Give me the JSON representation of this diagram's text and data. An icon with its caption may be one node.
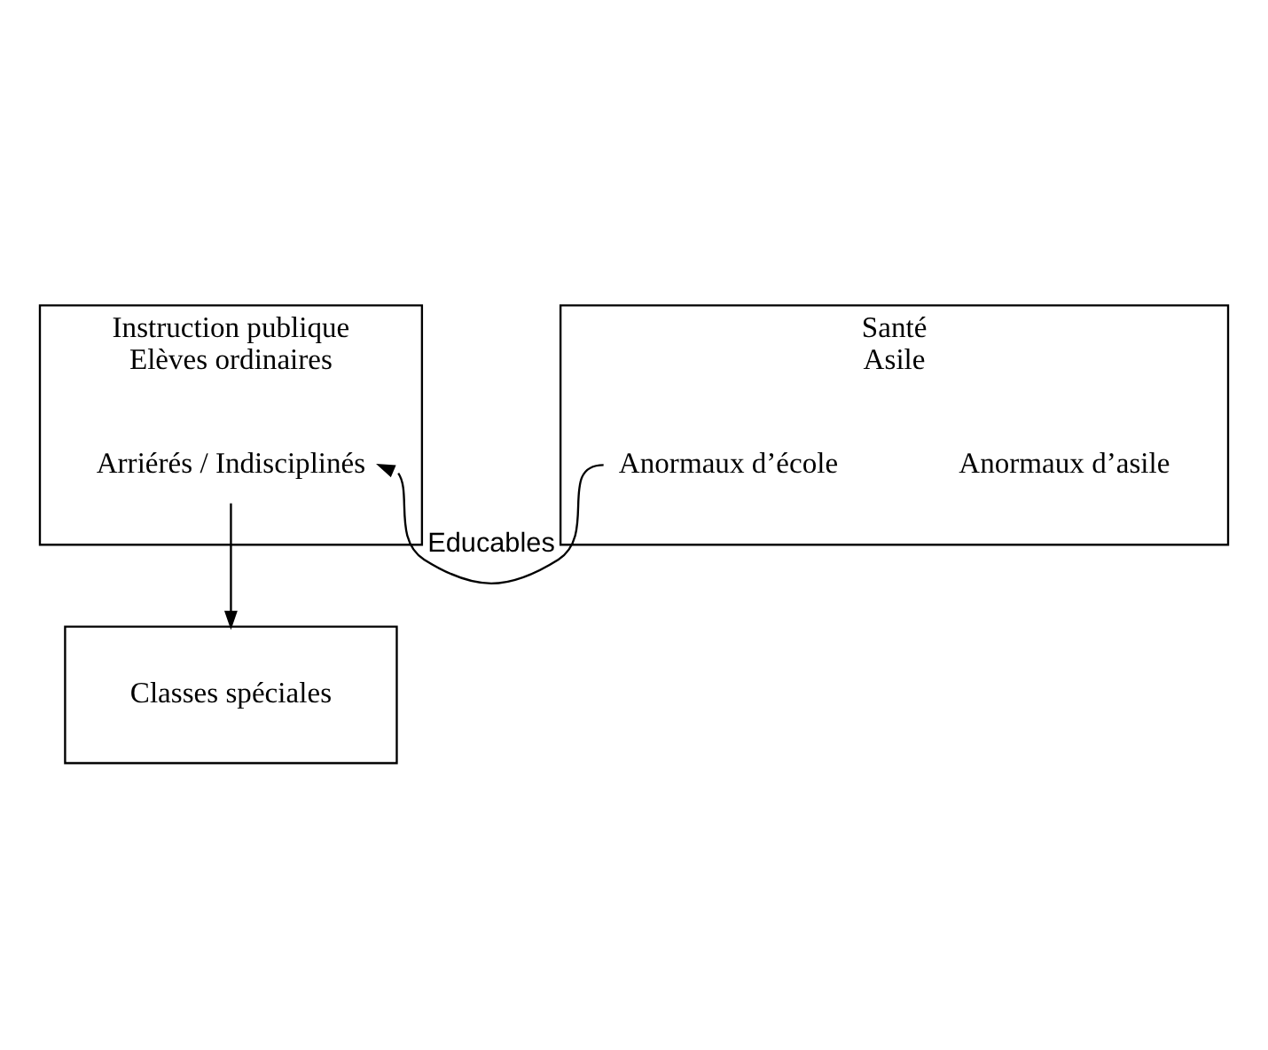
{
  "diagram": {
    "nodes": [
      {
        "text": [
          "Instruction publique",
          "Elèves ordinaires"
        ]
      },
      {
        "text": [
          "Arriérés / Indisciplinés"
        ],
        "in": 0
      },
      {
        "text": [
          "Santé",
          "Asile"
        ]
      },
      {
        "text": [
          "Anormaux d’école"
        ],
        "in": 2
      },
      {
        "text": [
          "Anormaux d’asile"
        ],
        "in": 2
      },
      {
        "text": [
          "Classes spéciales"
        ]
      }
    ],
    "edges": [
      {
        "from": 3,
        "to": 1,
        "arrow": "to",
        "label": "Educables"
      },
      {
        "from": 1,
        "to": 5,
        "arrow": "to"
      }
    ]
  }
}
